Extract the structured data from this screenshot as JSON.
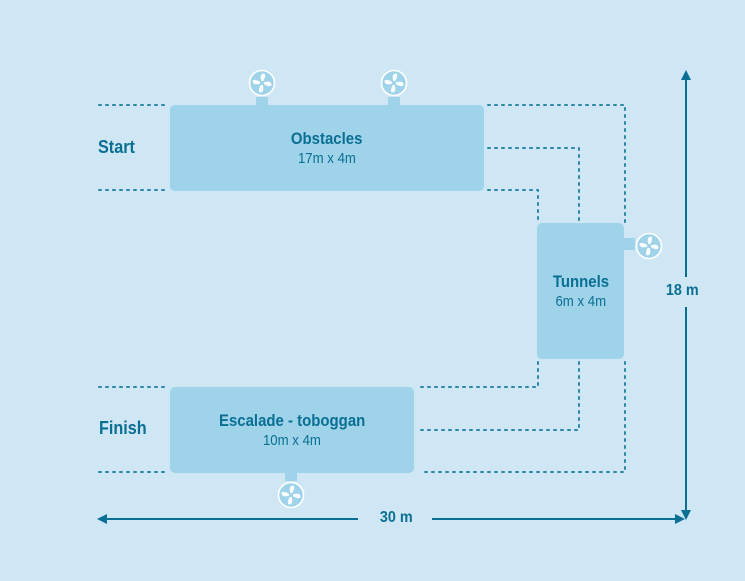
{
  "labels": {
    "start": "Start",
    "finish": "Finish"
  },
  "zones": {
    "obstacles": {
      "name": "Obstacles",
      "size": "17m x 4m"
    },
    "tunnels": {
      "name": "Tunnels",
      "size": "6m x 4m"
    },
    "escalade": {
      "name": "Escalade - toboggan",
      "size": "10m x 4m"
    }
  },
  "dimensions": {
    "width": "30 m",
    "height": "18 m"
  },
  "icons": {
    "fan": "fan-icon"
  },
  "colors": {
    "background": "#cfe6f4",
    "zone_fill": "#9ed3ea",
    "text": "#0a6f93",
    "dotted_line": "#2b86a8"
  }
}
